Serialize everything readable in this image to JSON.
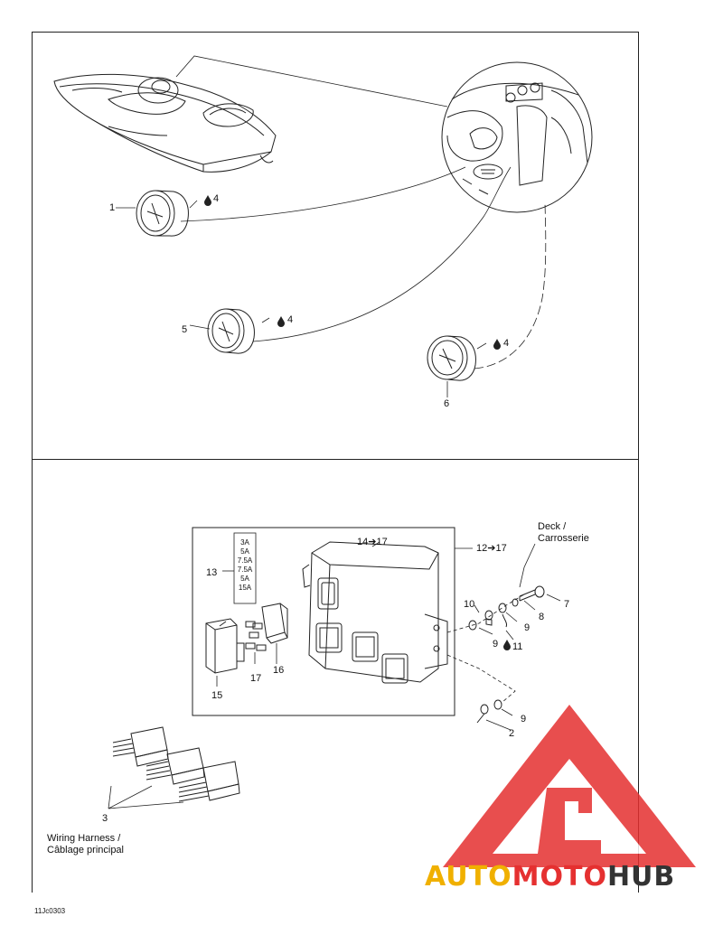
{
  "labels": {
    "p1": "1",
    "p2": "2",
    "p3": "3",
    "p4a": "4",
    "p4b": "4",
    "p4c": "4",
    "p5": "5",
    "p6": "6",
    "p7": "7",
    "p8": "8",
    "p9a": "9",
    "p9b": "9",
    "p9c": "9",
    "p10": "10",
    "p11": "11",
    "p12": "12➔17",
    "p13": "13",
    "p14": "14➔17",
    "p15": "15",
    "p16": "16",
    "p17": "17"
  },
  "fuses": [
    "3A",
    "5A",
    "7.5A",
    "7.5A",
    "5A",
    "15A"
  ],
  "deck_label": [
    "Deck /",
    "Carrosserie"
  ],
  "harness_label": [
    "Wiring Harness /",
    "Câblage principal"
  ],
  "ref_code": "11Jc0303",
  "watermark": {
    "part1": "AUTO",
    "part2": "MOTO",
    "part3": "HUB",
    "colors": {
      "part1": "#f0b000",
      "part2": "#e53030",
      "part3": "#333333",
      "triangle": "#e53030"
    }
  }
}
